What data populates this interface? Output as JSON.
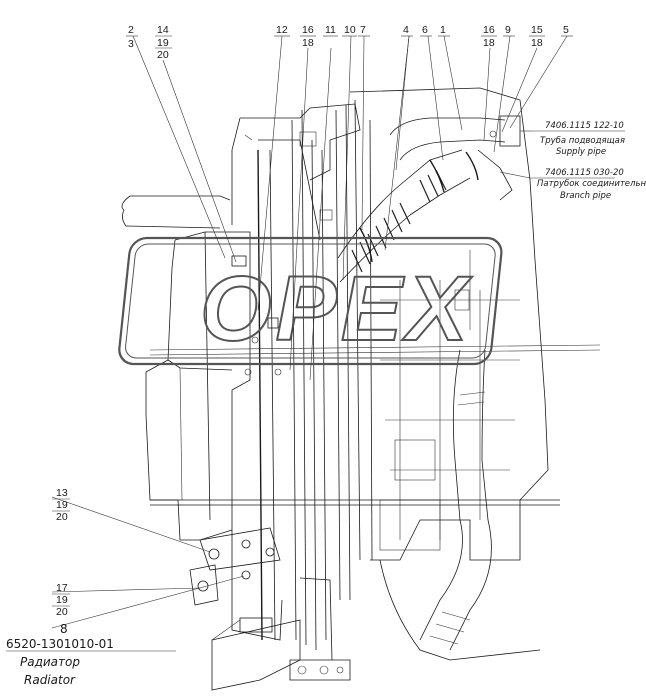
{
  "callouts_top": [
    "2",
    "3",
    "14",
    "19",
    "20",
    "12",
    "16",
    "18",
    "11",
    "10",
    "7",
    "4",
    "6",
    "1",
    "16",
    "18",
    "9",
    "15",
    "18",
    "5"
  ],
  "callouts_left": [
    "13",
    "19",
    "20",
    "17",
    "19",
    "20",
    "8"
  ],
  "supply_pipe": {
    "part": "7406.1115 122-10",
    "name_ru": "Труба подводящая",
    "name_en": "Supply pipe"
  },
  "branch_pipe": {
    "part": "7406.1115 030-20",
    "name_ru": "Патрубок соединительный",
    "name_en": "Branch pipe"
  },
  "radiator": {
    "part": "6520-1301010-01",
    "name_ru": "Радиатор",
    "name_en": "Radiator"
  },
  "watermark": "OPEX"
}
